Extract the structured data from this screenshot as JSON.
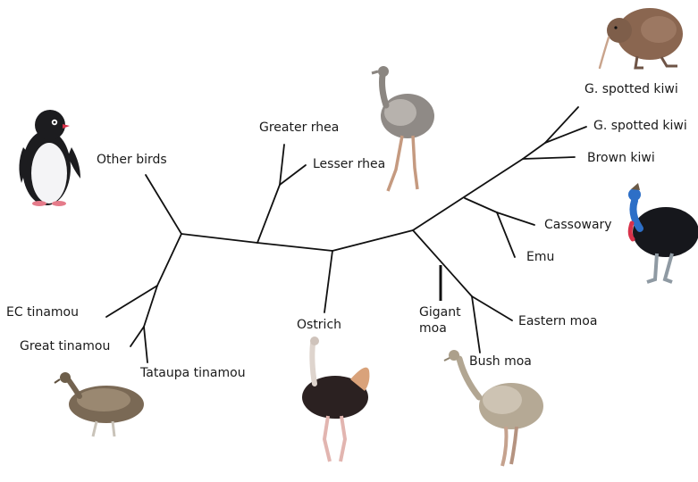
{
  "diagram": {
    "type": "unrooted-phylogenetic-tree",
    "taxa": {
      "other_birds": "Other birds",
      "greater_rhea": "Greater rhea",
      "lesser_rhea": "Lesser rhea",
      "gs_kiwi_1": "G. spotted kiwi",
      "gs_kiwi_2": "G. spotted kiwi",
      "brown_kiwi": "Brown kiwi",
      "cassowary": "Cassowary",
      "emu": "Emu",
      "gigant_moa_line1": "Gigant",
      "gigant_moa_line2": "moa",
      "eastern_moa": "Eastern moa",
      "bush_moa": "Bush moa",
      "ostrich": "Ostrich",
      "ec_tinamou": "EC tinamou",
      "great_tinamou": "Great tinamou",
      "tataupa_tinamou": "Tataupa tinamou"
    },
    "bird_icons": [
      "penguin-icon",
      "rhea-icon",
      "kiwi-icon",
      "cassowary-icon",
      "moa-icon",
      "ostrich-icon",
      "tinamou-icon"
    ],
    "colors": {
      "branch": "#111111",
      "cassowary_wattle": "#d8324a",
      "cassowary_neck": "#2d6fc7"
    }
  }
}
